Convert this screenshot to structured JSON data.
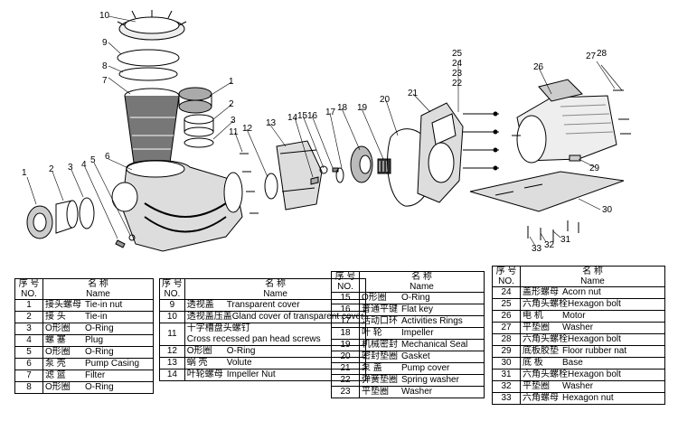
{
  "callouts": [
    {
      "n": "10"
    },
    {
      "n": "9"
    },
    {
      "n": "8"
    },
    {
      "n": "7"
    },
    {
      "n": "1"
    },
    {
      "n": "2"
    },
    {
      "n": "3"
    },
    {
      "n": "11"
    },
    {
      "n": "12"
    },
    {
      "n": "13"
    },
    {
      "n": "14"
    },
    {
      "n": "15"
    },
    {
      "n": "16"
    },
    {
      "n": "17"
    },
    {
      "n": "18"
    },
    {
      "n": "19"
    },
    {
      "n": "20"
    },
    {
      "n": "21"
    },
    {
      "n": "25"
    },
    {
      "n": "24"
    },
    {
      "n": "23"
    },
    {
      "n": "22"
    },
    {
      "n": "26"
    },
    {
      "n": "27"
    },
    {
      "n": "28"
    },
    {
      "n": "29"
    },
    {
      "n": "30"
    },
    {
      "n": "31"
    },
    {
      "n": "32"
    },
    {
      "n": "33"
    },
    {
      "n": "1"
    },
    {
      "n": "2"
    },
    {
      "n": "3"
    },
    {
      "n": "4"
    },
    {
      "n": "5"
    },
    {
      "n": "6"
    }
  ],
  "header": {
    "no_zh": "序 号",
    "no_en": "NO.",
    "name_zh": "名 称",
    "name_en": "Name"
  },
  "tables": [
    {
      "rows": [
        {
          "no": "1",
          "zh": "接头螺母",
          "en": "Tie-in nut"
        },
        {
          "no": "2",
          "zh": "接 头",
          "en": "Tie-in"
        },
        {
          "no": "3",
          "zh": "O形圈",
          "en": "O-Ring"
        },
        {
          "no": "4",
          "zh": "螺 塞",
          "en": "Plug"
        },
        {
          "no": "5",
          "zh": "O形圈",
          "en": "O-Ring"
        },
        {
          "no": "6",
          "zh": "泵 壳",
          "en": "Pump Casing"
        },
        {
          "no": "7",
          "zh": "滤 篮",
          "en": "Filter"
        },
        {
          "no": "8",
          "zh": "O形圈",
          "en": "O-Ring"
        }
      ]
    },
    {
      "rows": [
        {
          "no": "9",
          "zh": "透视盖",
          "en": "Transparent cover"
        },
        {
          "no": "10",
          "zh": "透视盖压盖",
          "en": "Gland cover of transparent cover"
        },
        {
          "no": "11",
          "zh": "十字槽盘头螺钉",
          "en": "Cross recessed pan head screws"
        },
        {
          "no": "12",
          "zh": "O形圈",
          "en": "O-Ring"
        },
        {
          "no": "13",
          "zh": "蜗 壳",
          "en": "Volute"
        },
        {
          "no": "14",
          "zh": "叶轮螺母",
          "en": "Impeller Nut"
        }
      ]
    },
    {
      "rows": [
        {
          "no": "15",
          "zh": "O形圈",
          "en": "O-Ring"
        },
        {
          "no": "16",
          "zh": "普通平键",
          "en": "Flat key"
        },
        {
          "no": "17",
          "zh": "活动口环",
          "en": "Activities Rings"
        },
        {
          "no": "18",
          "zh": "叶 轮",
          "en": "Impeller"
        },
        {
          "no": "19",
          "zh": "机械密封",
          "en": "Mechanical Seal"
        },
        {
          "no": "20",
          "zh": "密封垫圈",
          "en": "Gasket"
        },
        {
          "no": "21",
          "zh": "泵 盖",
          "en": "Pump cover"
        },
        {
          "no": "22",
          "zh": "弹簧垫圈",
          "en": "Spring washer"
        },
        {
          "no": "23",
          "zh": "平垫圈",
          "en": "Washer"
        }
      ]
    },
    {
      "rows": [
        {
          "no": "24",
          "zh": "盖形螺母",
          "en": "Acorn nut"
        },
        {
          "no": "25",
          "zh": "六角头螺栓",
          "en": "Hexagon bolt"
        },
        {
          "no": "26",
          "zh": "电 机",
          "en": "Motor"
        },
        {
          "no": "27",
          "zh": "平垫圈",
          "en": "Washer"
        },
        {
          "no": "28",
          "zh": "六角头螺栓",
          "en": "Hexagon bolt"
        },
        {
          "no": "29",
          "zh": "底板胶垫",
          "en": "Floor rubber nat"
        },
        {
          "no": "30",
          "zh": "底 板",
          "en": "Base"
        },
        {
          "no": "31",
          "zh": "六角头螺栓",
          "en": "Hexagon bolt"
        },
        {
          "no": "32",
          "zh": "平垫圈",
          "en": "Washer"
        },
        {
          "no": "33",
          "zh": "六角螺母",
          "en": "Hexagon nut"
        }
      ]
    }
  ]
}
